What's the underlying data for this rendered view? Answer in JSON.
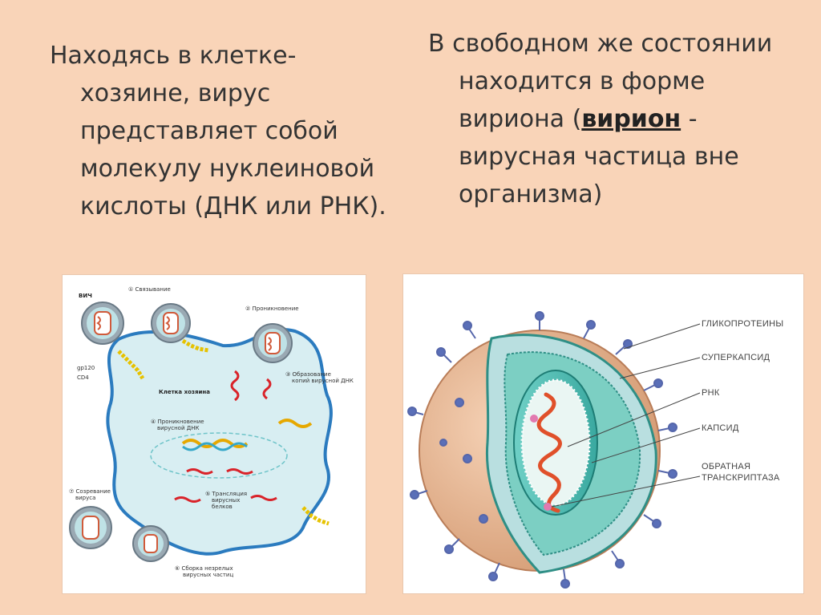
{
  "left_paragraph": "Находясь в клетке-хозяине, вирус представляет собой молекулу нуклеиновой кислоты (ДНК или РНК).",
  "right_paragraph": {
    "before": "В свободном же состоянии находится в форме вириона (",
    "term": "вирион",
    "after": " - вирусная частица вне организма)"
  },
  "hiv_cycle_figure": {
    "virus_label": "ВИЧ",
    "gp120_label": "gp120",
    "cd4_label": "CD4",
    "host_cell_label": "Клетка хозяина",
    "steps": [
      "① Связывание",
      "② Проникновение",
      "③ Образование",
      "копий вирусной ДНК",
      "④ Проникновение",
      "вирусной ДНК",
      "⑤ Трансляция",
      "вирусных",
      "белков",
      "⑥ Сборка незрелых",
      "вирусных частиц",
      "⑦ Созревание",
      "вируса"
    ]
  },
  "virion_figure": {
    "labels": [
      "ГЛИКОПРОТЕИНЫ",
      "СУПЕРКАПСИД",
      "РНК",
      "КАПСИД",
      "ОБРАТНАЯ",
      "ТРАНСКРИПТАЗА"
    ]
  },
  "colors": {
    "background": "#f9d4b8",
    "text": "#333333",
    "cell_fill": "#d8eef2",
    "cell_membrane": "#2b7bbf",
    "virion_shell": "#e8b48f",
    "capsid": "#5cc1b8",
    "rna": "#e0502a",
    "glycoprotein": "#5566aa"
  }
}
